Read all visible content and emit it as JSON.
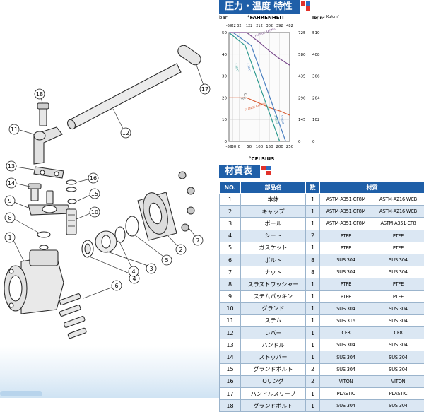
{
  "chart_header": {
    "title": "圧力・温度 特性"
  },
  "table_header": {
    "title": "材質表"
  },
  "chart_data": {
    "type": "line",
    "xlabel_top": "°FAHRENHEIT",
    "xlabel_bottom": "°CELSIUS",
    "ylabel_left": "bar",
    "ylabel_right_1": "lb/in²",
    "ylabel_right_2": "Kg/cm²",
    "x_ticks_celsius": [
      "-50",
      "-30",
      "0",
      "50",
      "100",
      "150",
      "200",
      "250"
    ],
    "x_ticks_fahrenheit": [
      "-58",
      "-22",
      "32",
      "122",
      "212",
      "302",
      "392",
      "482"
    ],
    "y_ticks_bar": [
      "0",
      "10",
      "20",
      "30",
      "40",
      "50"
    ],
    "y_ticks_psi": [
      "0",
      "145",
      "290",
      "435",
      "580",
      "725"
    ],
    "y_ticks_kg": [
      "0",
      "102",
      "204",
      "306",
      "408",
      "510"
    ],
    "xlim": [
      -50,
      250
    ],
    "ylim": [
      0,
      50
    ],
    "series": [
      {
        "name": "FLANGE RATING",
        "color": "#7a4a8c",
        "x": [
          -50,
          38,
          100,
          150,
          200,
          250
        ],
        "y": [
          50,
          50,
          45.5,
          41.5,
          38,
          35
        ]
      },
      {
        "name": "FLANGE RATING",
        "color": "#d9623b",
        "x": [
          -50,
          38,
          100,
          150,
          200,
          250
        ],
        "y": [
          20,
          20,
          17.5,
          15.5,
          14,
          12
        ]
      },
      {
        "name": "1 SEAT",
        "color": "#2f9a8f",
        "x": [
          -50,
          30,
          200
        ],
        "y": [
          50,
          44,
          0
        ]
      },
      {
        "name": "1 SEAT",
        "color": "#4a7fc0",
        "x": [
          -30,
          60,
          230
        ],
        "y": [
          50,
          44,
          0
        ]
      }
    ],
    "annotations": [
      "FLANGE RATING",
      "FLANGE RATING",
      "1 SEAT",
      "1 SEAT",
      "1 SEAT",
      "1 SEAT",
      "10K",
      "JIS"
    ]
  },
  "table": {
    "headers": [
      "NO.",
      "部品名",
      "数",
      "材質"
    ],
    "rows": [
      [
        "1",
        "本体",
        "1",
        "ASTM-A351-CF8M",
        "ASTM-A216-WCB"
      ],
      [
        "2",
        "キャップ",
        "1",
        "ASTM-A351-CF8M",
        "ASTM-A216-WCB"
      ],
      [
        "3",
        "ボール",
        "1",
        "ASTM-A351-CF8M",
        "ASTM-A351-CF8"
      ],
      [
        "4",
        "シート",
        "2",
        "PTFE",
        "PTFE"
      ],
      [
        "5",
        "ガスケット",
        "1",
        "PTFE",
        "PTFE"
      ],
      [
        "6",
        "ボルト",
        "8",
        "SUS 304",
        "SUS 304"
      ],
      [
        "7",
        "ナット",
        "8",
        "SUS 304",
        "SUS 304"
      ],
      [
        "8",
        "スラストワッシャー",
        "1",
        "PTFE",
        "PTFE"
      ],
      [
        "9",
        "ステムパッキン",
        "1",
        "PTFE",
        "PTFE"
      ],
      [
        "10",
        "グランド",
        "1",
        "SUS 304",
        "SUS 304"
      ],
      [
        "11",
        "ステム",
        "1",
        "SUS 316",
        "SUS 304"
      ],
      [
        "12",
        "レバー",
        "1",
        "CF8",
        "CF8"
      ],
      [
        "13",
        "ハンドル",
        "1",
        "SUS 304",
        "SUS 304"
      ],
      [
        "14",
        "ストッパー",
        "1",
        "SUS 304",
        "SUS 304"
      ],
      [
        "15",
        "グランドボルト",
        "2",
        "SUS 304",
        "SUS 304"
      ],
      [
        "16",
        "Oリング",
        "2",
        "VITON",
        "VITON"
      ],
      [
        "17",
        "ハンドルスリーブ",
        "1",
        "PLASTIC",
        "PLASTIC"
      ],
      [
        "18",
        "グランドボルト",
        "1",
        "SUS 304",
        "SUS 304"
      ]
    ]
  },
  "diagram": {
    "callouts": [
      "1",
      "2",
      "3",
      "4",
      "4",
      "5",
      "6",
      "7",
      "8",
      "9",
      "10",
      "11",
      "12",
      "13",
      "14",
      "15",
      "16",
      "17",
      "18"
    ]
  },
  "colors": {
    "header_blue": "#1f5fa8",
    "accent_red": "#e2312a",
    "accent_blue": "#2d6cc0",
    "row_alt": "#dbe7f3"
  }
}
